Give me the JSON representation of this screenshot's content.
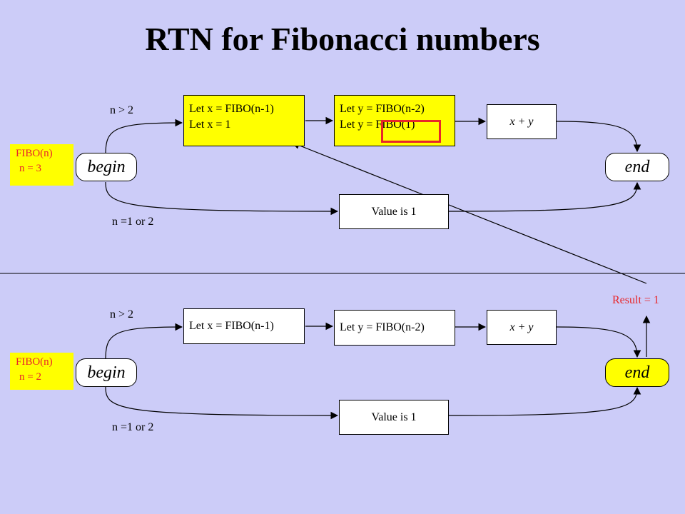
{
  "title": "RTN for Fibonacci numbers",
  "top_diagram": {
    "call_label": "FIBO(n)",
    "call_value": "n = 3",
    "begin": "begin",
    "end": "end",
    "branch_upper": "n > 2",
    "branch_lower": "n =1 or 2",
    "step_x_line1": "Let x = FIBO(n-1)",
    "step_x_line2": "Let x = 1",
    "step_y_line1": "Let y = FIBO(n-2)",
    "step_y_line2": "Let y = FIBO(1)",
    "sum": "x + y",
    "base_case": "Value is 1"
  },
  "bottom_diagram": {
    "call_label": "FIBO(n)",
    "call_value": "n = 2",
    "begin": "begin",
    "end": "end",
    "branch_upper": "n > 2",
    "branch_lower": "n =1 or 2",
    "step_x": "Let x = FIBO(n-1)",
    "step_y": "Let y = FIBO(n-2)",
    "sum": "x + y",
    "base_case": "Value is 1",
    "result": "Result = 1"
  },
  "colors": {
    "background": "#ccccf8",
    "highlight": "#ffff00",
    "accent": "#e8262a"
  }
}
